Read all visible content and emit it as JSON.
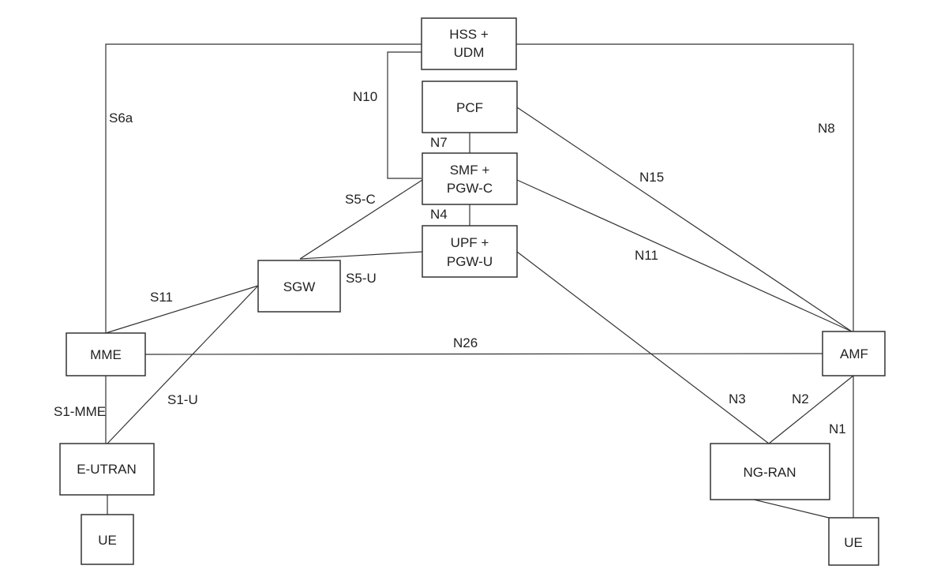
{
  "nodes": {
    "hss_udm": {
      "line1": "HSS +",
      "line2": "UDM"
    },
    "pcf": "PCF",
    "smf_pgwc": {
      "line1": "SMF +",
      "line2": "PGW-C"
    },
    "upf_pgwu": {
      "line1": "UPF +",
      "line2": "PGW-U"
    },
    "sgw": "SGW",
    "mme": "MME",
    "amf": "AMF",
    "eutran": "E-UTRAN",
    "ngran": "NG-RAN",
    "ue_left": "UE",
    "ue_right": "UE"
  },
  "links": {
    "s6a": "S6a",
    "n8": "N8",
    "n10": "N10",
    "n7": "N7",
    "n15": "N15",
    "s5c": "S5-C",
    "n4": "N4",
    "n11": "N11",
    "s5u": "S5-U",
    "s11": "S11",
    "n26": "N26",
    "s1u": "S1-U",
    "s1mme": "S1-MME",
    "n3": "N3",
    "n2": "N2",
    "n1": "N1"
  }
}
